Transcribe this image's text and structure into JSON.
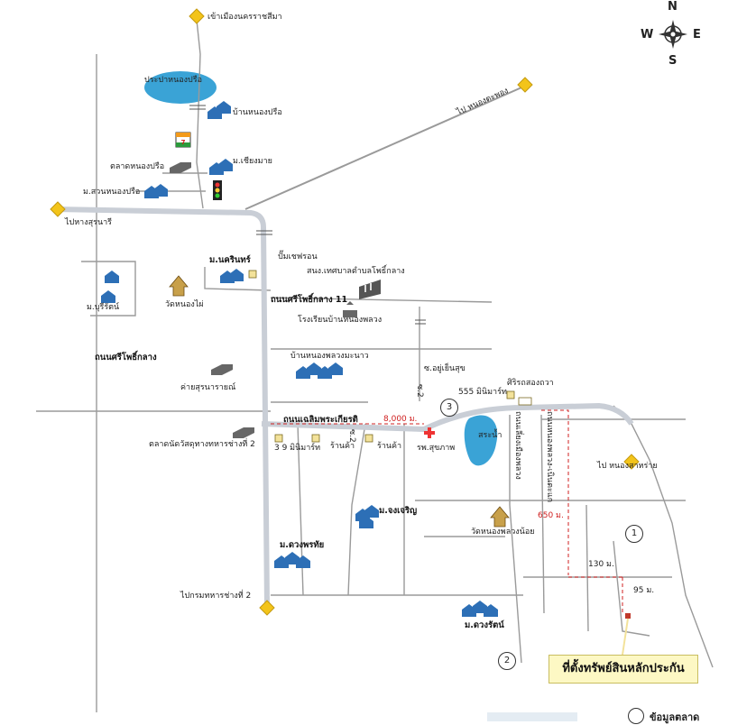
{
  "compass": {
    "n": "N",
    "s": "S",
    "e": "E",
    "w": "W"
  },
  "labels": {
    "to_korat": "เข้าเมืองนครราชสีมา",
    "to_nongphai_ne": "ไป หนองตะพอง",
    "to_south_left": "ไปหางสุรนารี",
    "to_army": "ไปกรมทหารช่างที่ 2",
    "to_nongsathai": "ไป หนองสาหร่าย",
    "reservoir": "ประปาหนองปรือ",
    "village_nongpru": "บ้านหนองปรือ",
    "market_nongpru": "ตลาดหนองปรือ",
    "moo_chiangmai": "ม.เชียงมาย",
    "moo_suan_nongpru": "ม.สวนหนองปรือ",
    "moo_nakarin": "ม.นครินทร์",
    "pump_station": "ปั๊มเชฟรอน",
    "moo_buricha": "ม.บุรีรัตน์",
    "wat_nongpai": "วัดหนองไผ่",
    "admin_office": "สนง.เทศบาลตำบลโพธิ์กลาง",
    "road_phokklang11": "ถนนศรีโพธิ์กลาง 11",
    "school": "โรงเรียนบ้านหนองพลวง",
    "road_sriphoklang": "ถนนศรีโพธิ์กลาง",
    "camp_suranaree": "ค่ายสุรนารายณ์",
    "village_nongplong": "บ้านหนองพลวงมะนาว",
    "soi_yusuksawat": "ซ.อยู่เย็นสุข",
    "soi_2_left": "ซ.2",
    "soi_2_right": "ซ.2",
    "minimart_555": "555 มินิมาร์ท",
    "sirisonggatha": "ศิริรถสองถวา",
    "road_chalermprakiat": "ถนนเฉลิมพระเกียรติ",
    "dist_8000": "8,000 ม.",
    "minimart_39": "3 9 มินิมาร์ท",
    "shop_1": "ร้านค้า",
    "shop_2": "ร้านค้า",
    "health_center": "รพ.สุขภาพ",
    "pond": "สระน้ำ",
    "market_army": "ตลาดนัดวัสดุทางทหารช่างที่ 2",
    "moo_jongcharoen": "ม.จงเจริญ",
    "wat_nongplong_noi": "วัดหนองพลวงน้อย",
    "moo_daoyuang": "ม.ดวงพรทัย",
    "moo_daorat": "ม.ดวงรัตน์",
    "dist_650": "650 ม.",
    "dist_130": "130 ม.",
    "dist_95": "95 ม.",
    "road_v1": "ถนนเลี่ยงเมืองพลวง",
    "road_v2": "ถนนหนองพลวง-เนินตะแก",
    "marker_1": "1",
    "marker_2": "2",
    "marker_3": "3",
    "callout": "ที่ตั้งทรัพย์สินหลักประกัน",
    "footer": "ข้อมูลตลาด"
  },
  "colors": {
    "main_road": "#c9ced6",
    "thin_road": "#9a9a9a",
    "water": "#3aa3d6",
    "arrow": "#f3c41a",
    "route_red": "#d02020",
    "house": "#2d6fb6"
  },
  "icons": [
    "compass-rose-icon",
    "seven-eleven-icon",
    "traffic-light-icon",
    "temple-icon",
    "school-icon",
    "hospital-cross-icon",
    "market-icon",
    "house-cluster-icon",
    "shop-icon",
    "building-icon"
  ]
}
